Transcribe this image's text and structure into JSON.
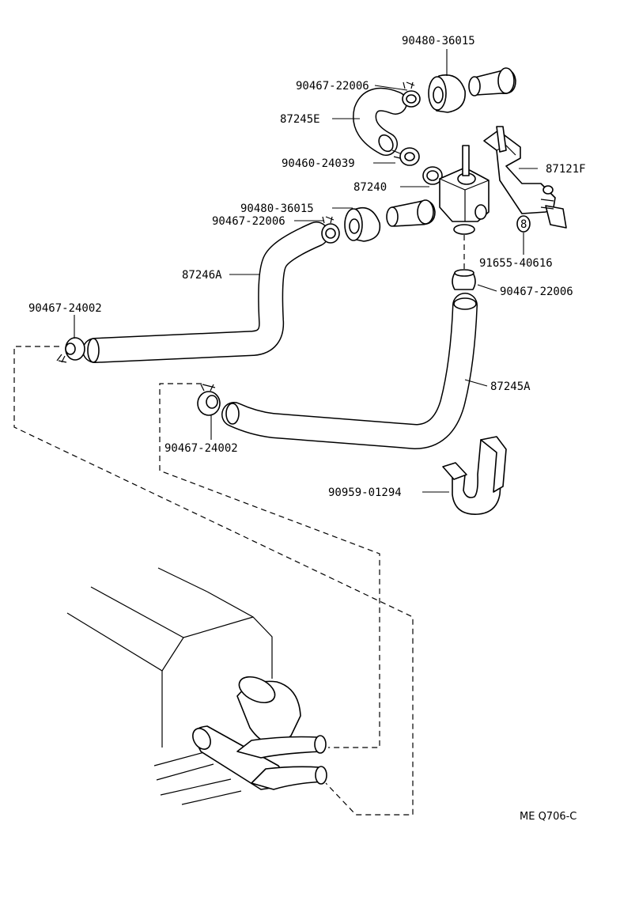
{
  "parts": {
    "p1": "90480-36015",
    "p2": "90467-22006",
    "p3": "87245E",
    "p4": "90460-24039",
    "p5": "87240",
    "p6": "87121F",
    "p7": "90480-36015",
    "p8": "90467-22006",
    "p9": "87246A",
    "p10": "91655-40616",
    "p11": "90467-22006",
    "p12": "90467-24002",
    "p13": "87245A",
    "p14": "90467-24002",
    "p15": "90959-01294"
  },
  "diagram_code": "ME Q706-C"
}
